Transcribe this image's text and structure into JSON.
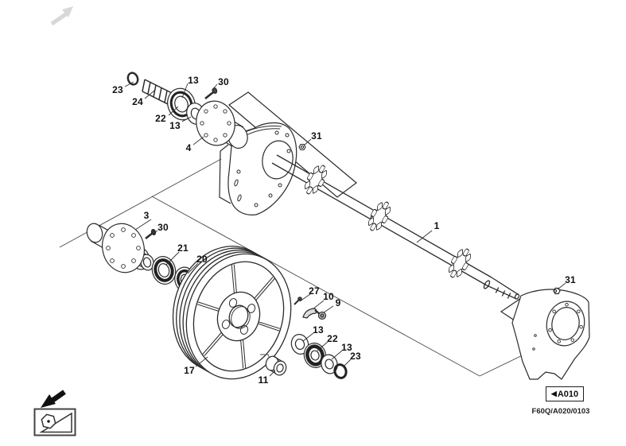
{
  "diagram": {
    "part_labels": [
      {
        "text": "23"
      },
      {
        "text": "24"
      },
      {
        "text": "22"
      },
      {
        "text": "13"
      },
      {
        "text": "13"
      },
      {
        "text": "30"
      },
      {
        "text": "4"
      },
      {
        "text": "31"
      },
      {
        "text": "1"
      },
      {
        "text": "3"
      },
      {
        "text": "30"
      },
      {
        "text": "21"
      },
      {
        "text": "20"
      },
      {
        "text": "17"
      },
      {
        "text": "11"
      },
      {
        "text": "27"
      },
      {
        "text": "10"
      },
      {
        "text": "9"
      },
      {
        "text": "13"
      },
      {
        "text": "22"
      },
      {
        "text": "13"
      },
      {
        "text": "23"
      },
      {
        "text": "31"
      }
    ],
    "nav": {
      "arrow": "◀",
      "code": "A010"
    },
    "reference_code": "F60Q/A020/0103",
    "icons": {
      "top_left": "faint-direction-arrow",
      "bottom_left_arrow": "view-direction-arrow",
      "bottom_left_box": "machine-orientation-icon"
    },
    "colors": {
      "line": "#2b2b2b",
      "thin_line": "#4a4a4a",
      "label": "#111111",
      "background": "#ffffff"
    }
  }
}
